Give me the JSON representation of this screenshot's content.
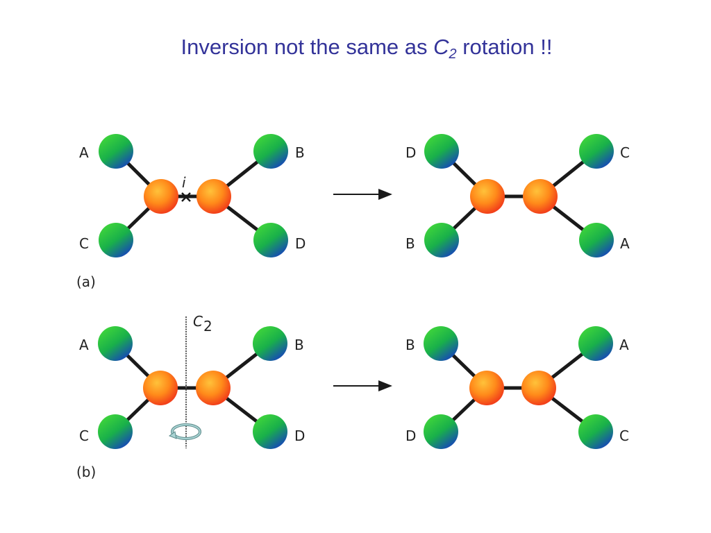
{
  "title": {
    "prefix": "Inversion not the same as ",
    "symbol": "C",
    "subscript": "2",
    "suffix": " rotation !!"
  },
  "panels": [
    {
      "caption": "(a)",
      "operation_label": "i",
      "before": {
        "top_left": "A",
        "top_right": "B",
        "bottom_left": "C",
        "bottom_right": "D"
      },
      "after": {
        "top_left": "D",
        "top_right": "C",
        "bottom_left": "B",
        "bottom_right": "A"
      }
    },
    {
      "caption": "(b)",
      "axis_symbol": "C",
      "axis_subscript": "2",
      "before": {
        "top_left": "A",
        "top_right": "B",
        "bottom_left": "C",
        "bottom_right": "D"
      },
      "after": {
        "top_left": "B",
        "top_right": "A",
        "bottom_left": "D",
        "bottom_right": "C"
      }
    }
  ],
  "colors": {
    "title": "#333399",
    "central_atom": "#ff7a1a",
    "outer_atom_top": "#22bb33",
    "outer_atom_bottom": "#1a3fcc",
    "bond": "#1a1a1a"
  }
}
